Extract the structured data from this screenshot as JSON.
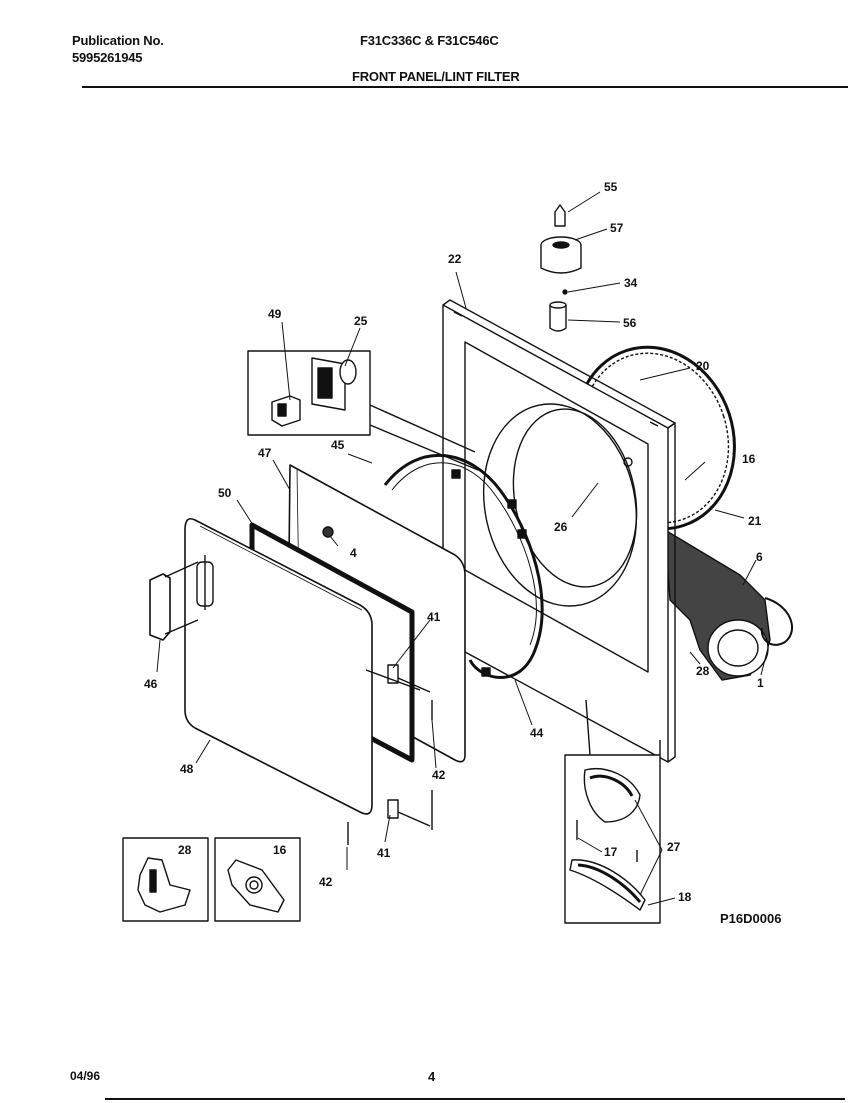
{
  "header": {
    "publication_label": "Publication No.",
    "publication_number": "5995261945",
    "models": "F31C336C & F31C546C",
    "section_title": "FRONT PANEL/LINT FILTER"
  },
  "callouts": {
    "c55": "55",
    "c57": "57",
    "c34": "34",
    "c56": "56",
    "c22": "22",
    "c20": "20",
    "c49": "49",
    "c25": "25",
    "c45": "45",
    "c47": "47",
    "c16": "16",
    "c50": "50",
    "c26": "26",
    "c21": "21",
    "c4": "4",
    "c6": "6",
    "c46": "46",
    "c41a": "41",
    "c28": "28",
    "c1": "1",
    "c44": "44",
    "c48": "48",
    "c42a": "42",
    "c41b": "41",
    "c42b": "42",
    "c27": "27",
    "c17": "17",
    "c18": "18",
    "inset28": "28",
    "inset16": "16"
  },
  "drawing_code": "P16D0006",
  "footer": {
    "date": "04/96",
    "page": "4"
  }
}
